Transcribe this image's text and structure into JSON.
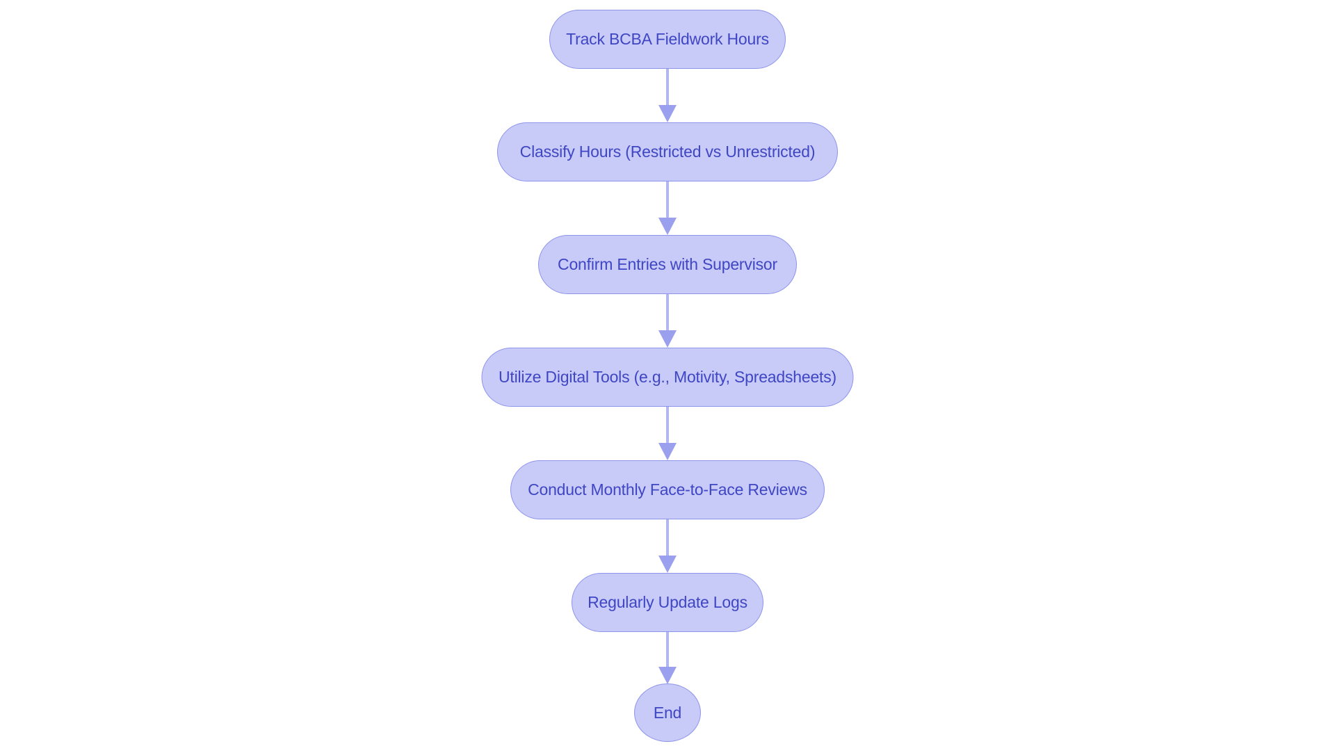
{
  "diagram": {
    "type": "flowchart",
    "direction": "top-down",
    "background_color": "#ffffff",
    "node_fill_color": "#c8caf8",
    "node_border_color": "#8d94ec",
    "text_color": "#3f46c4",
    "arrow_line_color": "#b2b6f3",
    "arrow_head_color": "#9aa0ee",
    "nodes": [
      {
        "id": "track",
        "shape": "stadium",
        "label": "Track BCBA Fieldwork Hours"
      },
      {
        "id": "classify",
        "shape": "stadium",
        "label": "Classify Hours (Restricted vs Unrestricted)"
      },
      {
        "id": "confirm",
        "shape": "stadium",
        "label": "Confirm Entries with Supervisor"
      },
      {
        "id": "tools",
        "shape": "stadium",
        "label": "Utilize Digital Tools (e.g., Motivity, Spreadsheets)"
      },
      {
        "id": "reviews",
        "shape": "stadium",
        "label": "Conduct Monthly Face-to-Face Reviews"
      },
      {
        "id": "logs",
        "shape": "stadium",
        "label": "Regularly Update Logs"
      },
      {
        "id": "end",
        "shape": "circle",
        "label": "End"
      }
    ],
    "edges": [
      {
        "from": "track",
        "to": "classify"
      },
      {
        "from": "classify",
        "to": "confirm"
      },
      {
        "from": "confirm",
        "to": "tools"
      },
      {
        "from": "tools",
        "to": "reviews"
      },
      {
        "from": "reviews",
        "to": "logs"
      },
      {
        "from": "logs",
        "to": "end"
      }
    ]
  }
}
